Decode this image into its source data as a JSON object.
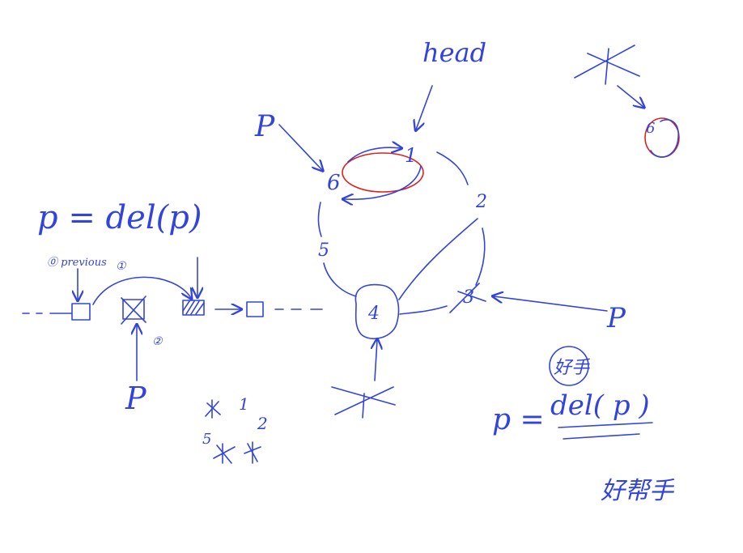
{
  "colors": {
    "ink": "#3344dd",
    "highlight": "#e02020",
    "background": "#ffffff"
  },
  "labels": {
    "head": "head",
    "p_top": "P",
    "p_right": "P",
    "p_bottom_left": "P",
    "p_eq_left": "p = del(p)",
    "previous_step": "⓪ previous",
    "step1": "①",
    "step2": "②",
    "p_eq_right_left": "p =",
    "p_eq_right_del": "del( p )",
    "helper_circled": "好手",
    "helper_text": "好帮手",
    "sketch_n1": "1",
    "sketch_n2": "2",
    "sketch_n5": "5"
  },
  "ring_nodes": [
    "1",
    "2",
    "3",
    "4",
    "5",
    "6"
  ],
  "isolated_node": "6"
}
